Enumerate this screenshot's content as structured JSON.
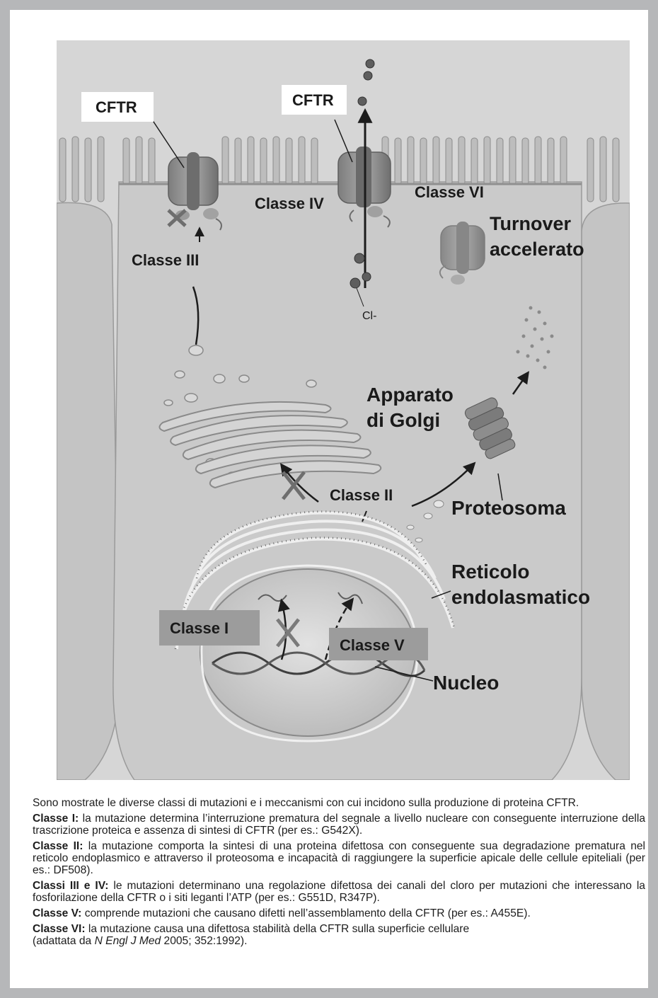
{
  "figure": {
    "labels": {
      "cftr_left": "CFTR",
      "cftr_center": "CFTR",
      "class_iii": "Classe III",
      "class_iv": "Classe IV",
      "class_vi": "Classe VI",
      "turnover_line1": "Turnover",
      "turnover_line2": "accelerato",
      "chloride": "Cl-",
      "golgi_line1": "Apparato",
      "golgi_line2": "di Golgi",
      "class_ii": "Classe II",
      "proteasome": "Proteosoma",
      "er_line1": "Reticolo",
      "er_line2": "endolasmatico",
      "class_i": "Classe I",
      "class_v": "Classe V",
      "nucleus": "Nucleo"
    },
    "colors": {
      "cell": "#c9c9c9",
      "background": "#d8d8d8",
      "channel": "#8e8e8e",
      "arrow": "#1c1c1c"
    }
  },
  "caption": {
    "intro": "Sono mostrate le diverse classi di mutazioni e i meccanismi con cui incidono sulla produzione di proteina CFTR.",
    "class_i_label": "Classe I:",
    "class_i_text": " la mutazione determina l’interruzione prematura del segnale a livello nucleare con conseguente interruzione della trascrizione proteica e assenza di sintesi di CFTR (per es.: G542X).",
    "class_ii_label": "Classe II:",
    "class_ii_text": " la mutazione comporta la sintesi di una proteina difettosa con conseguente sua degradazione prematura nel reticolo endoplasmico e attraverso il proteosoma e incapacità di raggiungere la superficie apicale delle cellule epiteliali (per es.: DF508).",
    "class_iii_iv_label": "Classi III e IV:",
    "class_iii_iv_text": " le mutazioni determinano una regolazione difettosa dei canali del cloro per mutazioni che interessano la fosforilazione della CFTR o i siti leganti l’ATP (per es.: G551D, R347P).",
    "class_v_label": "Classe V:",
    "class_v_text": " comprende mutazioni che causano difetti nell’assemblamento della CFTR (per es.: A455E).",
    "class_vi_label": "Classe VI:",
    "class_vi_text": " la mutazione causa una difettosa stabilità della CFTR sulla superficie cellulare",
    "source_prefix": "(adattata da ",
    "source_journal": "N Engl J Med",
    "source_suffix": " 2005; 352:1992)."
  }
}
